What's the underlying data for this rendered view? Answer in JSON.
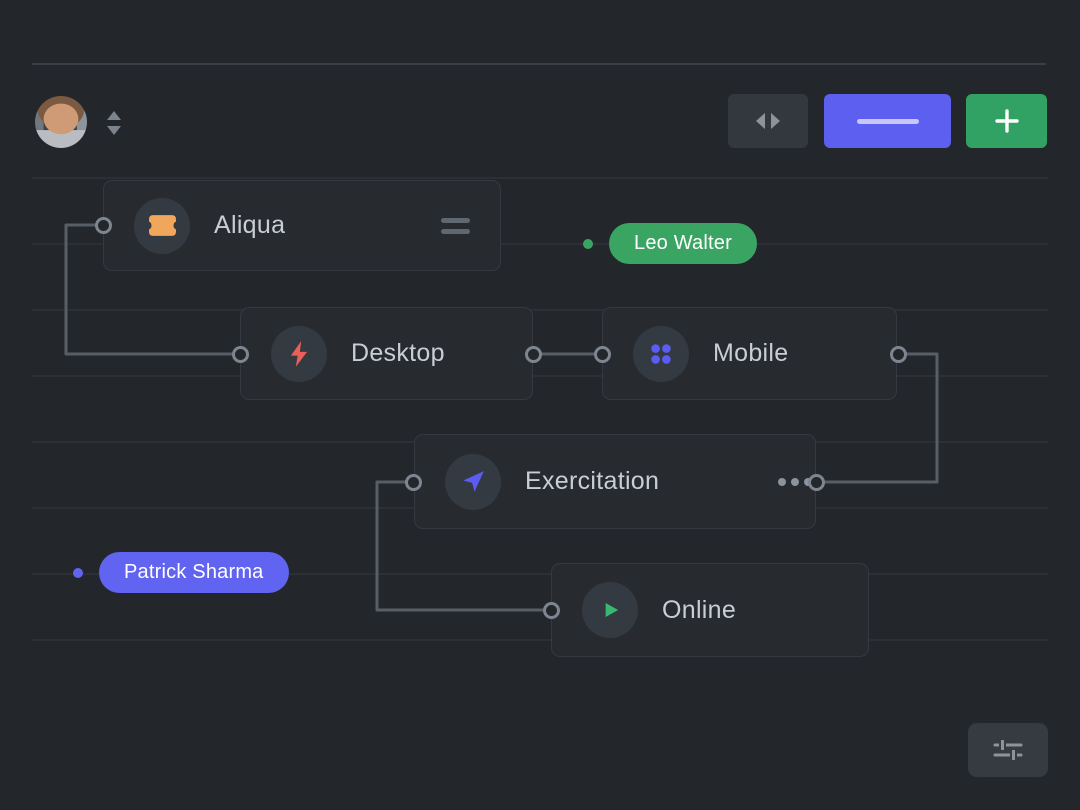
{
  "colors": {
    "canvas_bg": "#23272b",
    "grid_line": "#2c3035",
    "top_rule": "#3a3f45",
    "node_bg": "#272b30",
    "node_border": "#353a40",
    "icon_circle_bg": "#343a41",
    "node_label": "#c9ced4",
    "port_ring": "#7d8690",
    "connector": "#575e66",
    "muted_icon": "#8b939c",
    "purple": "#5d5ff0",
    "purple_badge": "#6163f1",
    "green": "#32a164",
    "green_badge": "#3aa563",
    "orange": "#f0a75b",
    "red": "#ea6057",
    "indigo": "#5b5cf2",
    "play_green": "#3ab872",
    "dark_button_bg": "#33383e",
    "settings_button_bg": "#363b42",
    "badge_text": "#ffffff",
    "button_dash": "#c7c8f7"
  },
  "header": {
    "avatar": "user-avatar",
    "user_switcher_icon": "chevrons-up-down-icon",
    "buttons": [
      {
        "name": "expand-horizontal-button",
        "icon": "arrows-left-right-icon"
      },
      {
        "name": "primary-action-button",
        "icon": "dash-icon"
      },
      {
        "name": "add-node-button",
        "icon": "plus-icon"
      }
    ]
  },
  "nodes": [
    {
      "label": "Aliqua",
      "icon": "ticket-icon",
      "icon_color": "#f0a75b",
      "trailing_icon": "drag-handle-icon"
    },
    {
      "label": "Desktop",
      "icon": "lightning-icon",
      "icon_color": "#ea6057"
    },
    {
      "label": "Mobile",
      "icon": "dots-grid-icon",
      "icon_color": "#5b5cf2"
    },
    {
      "label": "Exercitation",
      "icon": "paper-plane-icon",
      "icon_color": "#5b5cf2",
      "trailing_icon": "ellipsis-icon"
    },
    {
      "label": "Online",
      "icon": "play-icon",
      "icon_color": "#3ab872"
    }
  ],
  "badges": [
    {
      "label": "Leo Walter",
      "color": "#3aa563"
    },
    {
      "label": "Patrick Sharma",
      "color": "#6163f1"
    }
  ],
  "footer": {
    "settings_icon": "sliders-icon"
  }
}
